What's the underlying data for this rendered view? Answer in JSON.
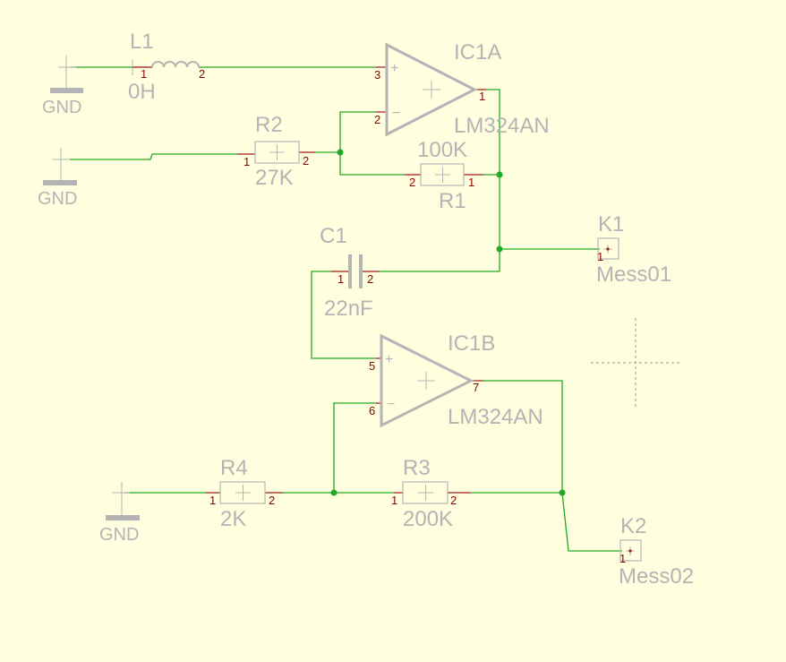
{
  "colors": {
    "background": "#ffffe0",
    "wire": "#22aa22",
    "part": "#b4b4b4",
    "pin": "#8b0000",
    "junction": "#22aa22"
  },
  "ground_label": "GND",
  "components": {
    "L1": {
      "name": "L1",
      "value": "0H",
      "pins": [
        "1",
        "2"
      ]
    },
    "R2": {
      "name": "R2",
      "value": "27K",
      "pins": [
        "1",
        "2"
      ]
    },
    "R1": {
      "name": "R1",
      "value": "100K",
      "pins": [
        "2",
        "1"
      ]
    },
    "C1": {
      "name": "C1",
      "value": "22nF",
      "pins": [
        "1",
        "2"
      ]
    },
    "R4": {
      "name": "R4",
      "value": "2K",
      "pins": [
        "1",
        "2"
      ]
    },
    "R3": {
      "name": "R3",
      "value": "200K",
      "pins": [
        "1",
        "2"
      ]
    },
    "IC1A": {
      "name": "IC1A",
      "value": "LM324AN",
      "pins": {
        "plus": "3",
        "minus": "2",
        "out": "1"
      }
    },
    "IC1B": {
      "name": "IC1B",
      "value": "LM324AN",
      "pins": {
        "plus": "5",
        "minus": "6",
        "out": "7"
      }
    },
    "K1": {
      "name": "K1",
      "value": "Mess01",
      "pin": "1"
    },
    "K2": {
      "name": "K2",
      "value": "Mess02",
      "pin": "1"
    }
  }
}
